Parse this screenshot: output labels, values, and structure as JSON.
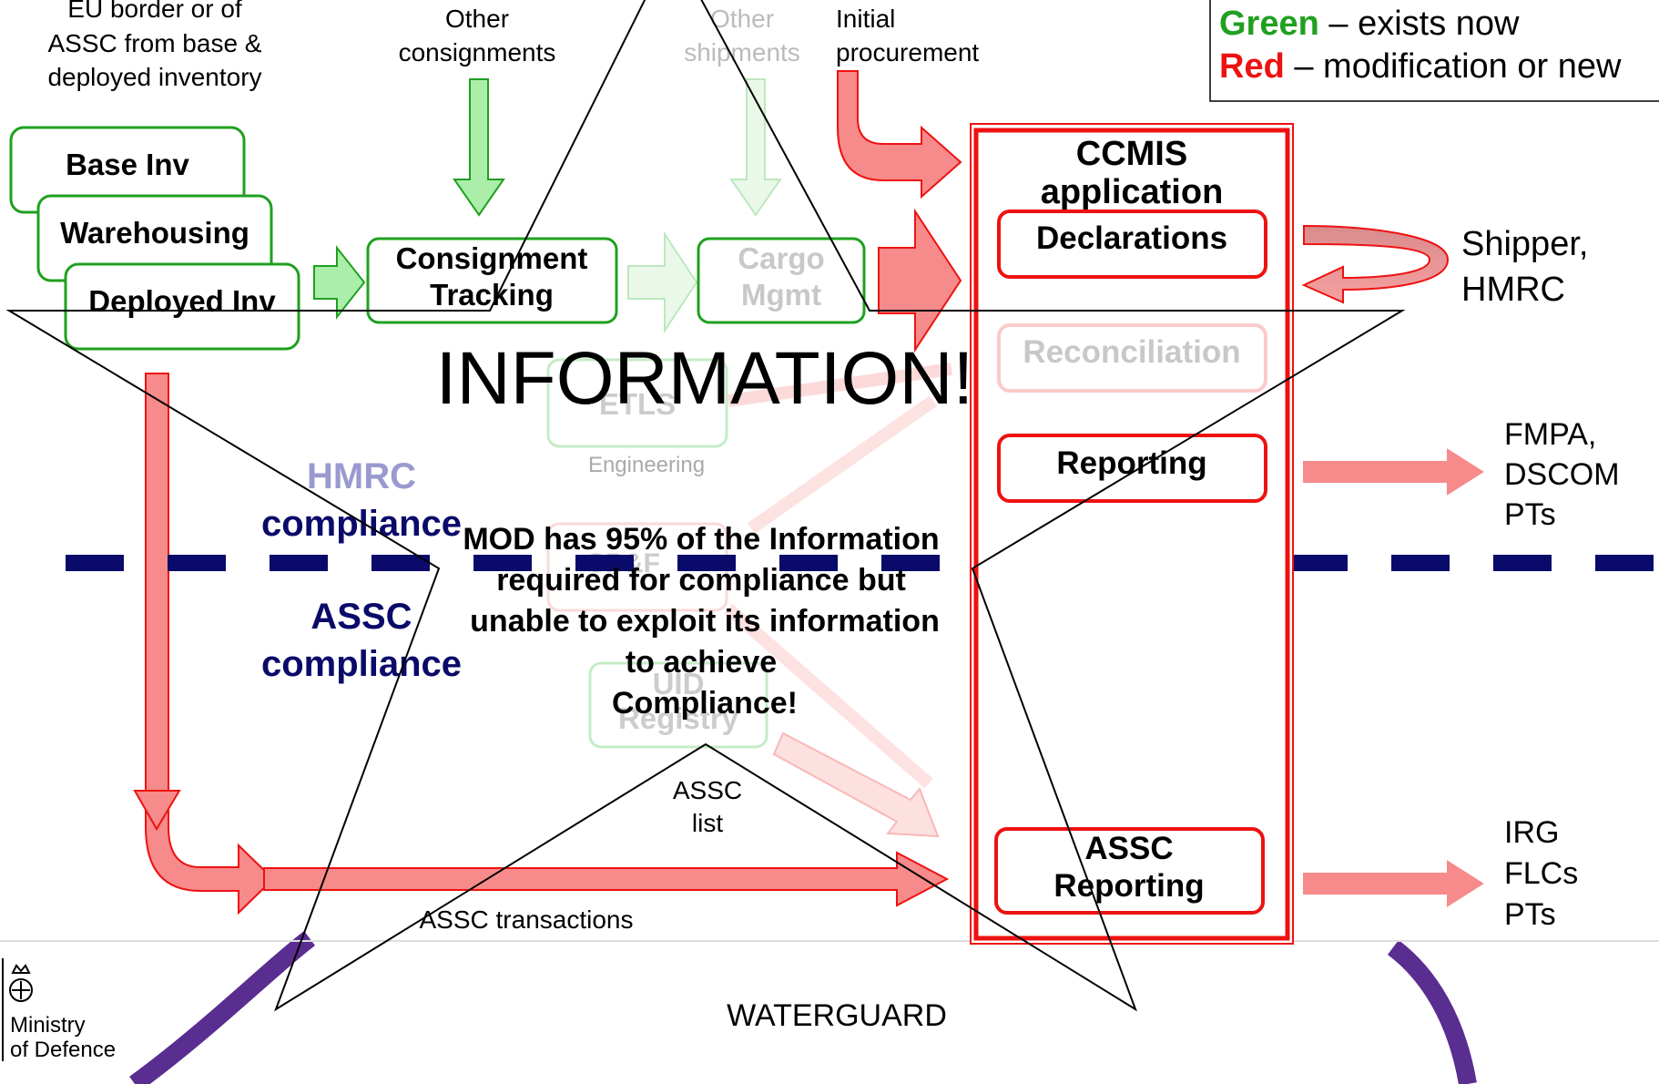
{
  "legend": {
    "green_label": "Green",
    "green_text": " – exists now",
    "red_label": "Red",
    "red_text": " – modification or new"
  },
  "sources": {
    "eu_border": [
      "EU border or of",
      "ASSC from base &",
      "deployed inventory"
    ],
    "other_consignments": [
      "Other",
      "consignments"
    ],
    "other_shipments": [
      "Other",
      "shipments"
    ],
    "initial_procurement": [
      "Initial",
      "procurement"
    ]
  },
  "inventory": {
    "base_inv": "Base Inv",
    "warehousing": "Warehousing",
    "deployed_inv": "Deployed Inv"
  },
  "systems": {
    "consignment_tracking": [
      "Consignment",
      "Tracking"
    ],
    "cargo_mgmt": [
      "Cargo",
      "Mgmt"
    ],
    "etls": "ETLS",
    "engineering": "Engineering",
    "cpf": "CP&F",
    "uid_registry": [
      "UID",
      "Registry"
    ],
    "assc_list": [
      "ASSC",
      "list"
    ],
    "assc_transactions": "ASSC transactions"
  },
  "ccmis": {
    "title": [
      "CCMIS",
      "application"
    ],
    "declarations": "Declarations",
    "reconciliation": "Reconciliation",
    "reporting": "Reporting",
    "assc_reporting": [
      "ASSC",
      "Reporting"
    ]
  },
  "outputs": {
    "shipper": [
      "Shipper,",
      "HMRC"
    ],
    "fmpa": [
      "FMPA,",
      "DSCOM",
      "PTs"
    ],
    "irg": [
      "IRG",
      "FLCs",
      "PTs"
    ]
  },
  "compliance": {
    "hmrc": [
      "HMRC",
      "compliance"
    ],
    "assc": [
      "ASSC",
      "compliance"
    ]
  },
  "star": {
    "headline": "INFORMATION!",
    "message": [
      "MOD has 95% of the Information",
      "required for compliance but",
      "unable to exploit its information",
      "to achieve",
      "Compliance!"
    ]
  },
  "footer": {
    "org": [
      "Ministry",
      "of Defence"
    ],
    "brand": "WATERGUARD"
  },
  "colors": {
    "green": "#1fa01f",
    "red": "#ee1111",
    "navy": "#0a0a6a",
    "purple": "#5a2d91"
  }
}
